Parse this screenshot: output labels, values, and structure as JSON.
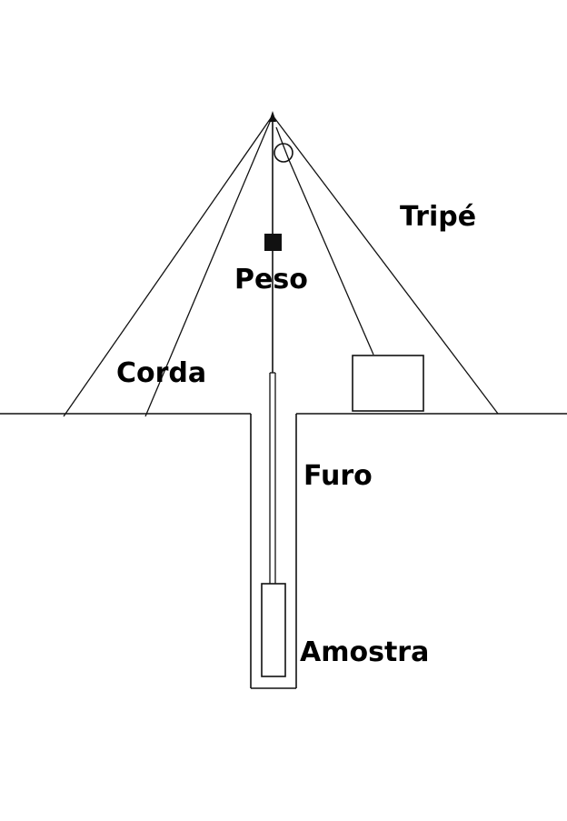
{
  "labels": {
    "tripod": "Tripé",
    "weight": "Peso",
    "rope": "Corda",
    "hole": "Furo",
    "sample": "Amostra"
  },
  "colors": {
    "stroke": "#111111",
    "text": "#000000",
    "background": "#ffffff"
  }
}
